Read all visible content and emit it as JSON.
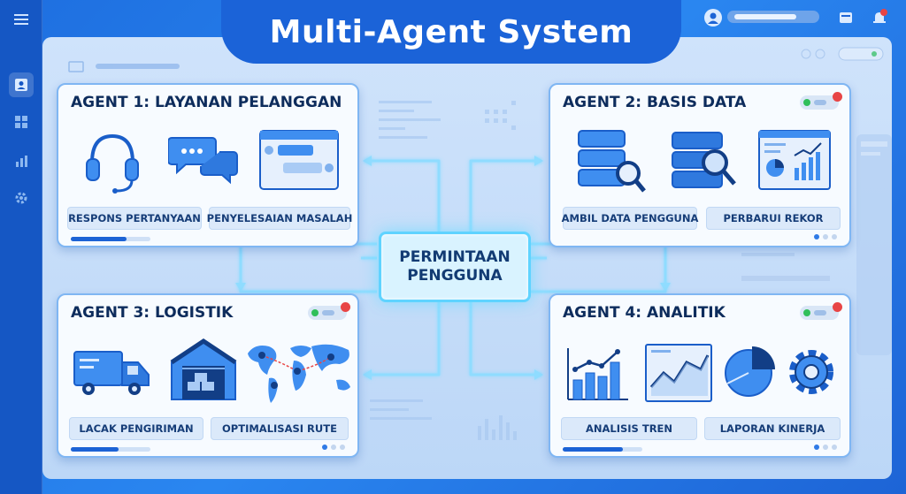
{
  "app": {
    "title": "Multi-Agent System"
  },
  "center": {
    "line1": "PERMINTAAN",
    "line2": "PENGGUNA"
  },
  "agents": [
    {
      "title": "AGENT 1: LAYANAN PELANGGAN",
      "chips": [
        "RESPONS PERTANYAAN",
        "PENYELESAIAN MASALAH"
      ],
      "icons": [
        "headset-icon",
        "chat-bubbles-icon",
        "chat-window-icon"
      ]
    },
    {
      "title": "AGENT 2: BASIS DATA",
      "chips": [
        "AMBIL DATA PENGGUNA",
        "PERBARUI REKOR"
      ],
      "icons": [
        "database-search-icon",
        "database-search-icon",
        "dashboard-chart-icon"
      ]
    },
    {
      "title": "AGENT 3: LOGISTIK",
      "chips": [
        "LACAK PENGIRIMAN",
        "OPTIMALISASI RUTE"
      ],
      "icons": [
        "delivery-truck-icon",
        "warehouse-icon",
        "world-map-route-icon"
      ]
    },
    {
      "title": "AGENT 4: ANALITIK",
      "chips": [
        "ANALISIS TREN",
        "LAPORAN KINERJA"
      ],
      "icons": [
        "bar-chart-icon",
        "line-chart-icon",
        "pie-chart-icon",
        "gear-icon"
      ]
    }
  ],
  "sidebar": {
    "items": [
      "menu-icon",
      "user-profile-icon",
      "apps-icon",
      "stats-icon",
      "settings-icon"
    ]
  },
  "colors": {
    "brand": "#1b63d8",
    "card_border": "#7fb6f3",
    "connector": "#8fdcff",
    "chip_bg": "#dbe9fa"
  }
}
